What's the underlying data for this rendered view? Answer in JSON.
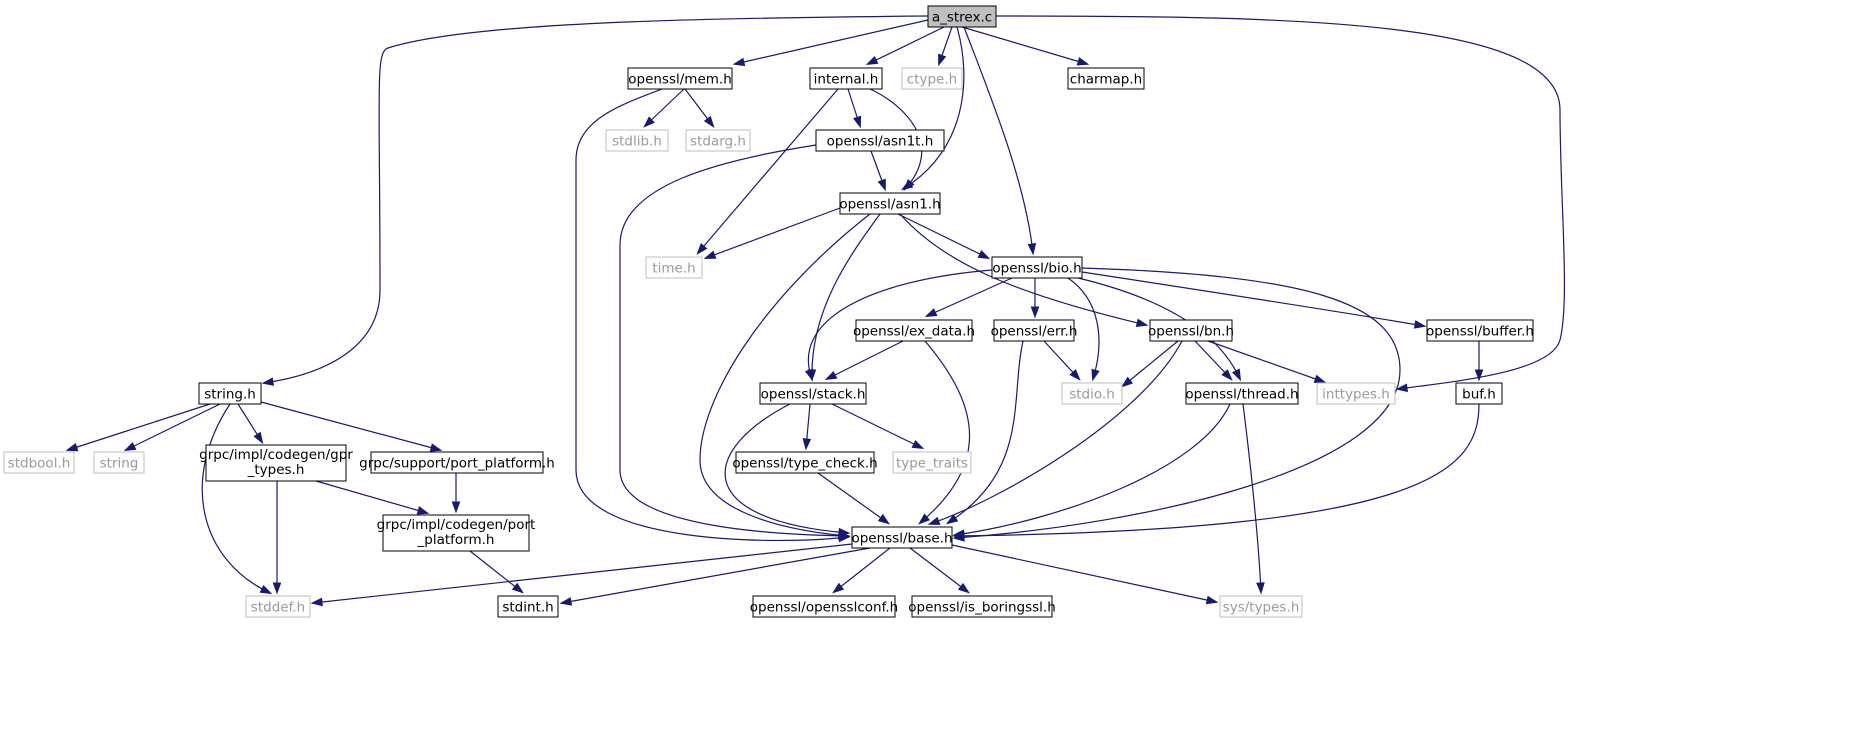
{
  "graph": {
    "colors": {
      "edge": "#191970",
      "node_border": "#000000",
      "external_border": "#bfbfbf",
      "external_text": "#9a9a9a",
      "root_fill": "#bfbfbf",
      "fill": "#ffffff"
    },
    "nodes": [
      {
        "id": "a_strex_c",
        "label": "a_strex.c",
        "kind": "root"
      },
      {
        "id": "openssl_mem_h",
        "label": "openssl/mem.h",
        "kind": "documented"
      },
      {
        "id": "internal_h",
        "label": "internal.h",
        "kind": "documented"
      },
      {
        "id": "ctype_h",
        "label": "ctype.h",
        "kind": "external"
      },
      {
        "id": "charmap_h",
        "label": "charmap.h",
        "kind": "documented"
      },
      {
        "id": "stdlib_h",
        "label": "stdlib.h",
        "kind": "external"
      },
      {
        "id": "stdarg_h",
        "label": "stdarg.h",
        "kind": "external"
      },
      {
        "id": "openssl_asn1t_h",
        "label": "openssl/asn1t.h",
        "kind": "documented"
      },
      {
        "id": "openssl_asn1_h",
        "label": "openssl/asn1.h",
        "kind": "documented"
      },
      {
        "id": "time_h",
        "label": "time.h",
        "kind": "external"
      },
      {
        "id": "openssl_bio_h",
        "label": "openssl/bio.h",
        "kind": "documented"
      },
      {
        "id": "openssl_ex_data_h",
        "label": "openssl/ex_data.h",
        "kind": "documented"
      },
      {
        "id": "openssl_err_h",
        "label": "openssl/err.h",
        "kind": "documented"
      },
      {
        "id": "openssl_bn_h",
        "label": "openssl/bn.h",
        "kind": "documented"
      },
      {
        "id": "openssl_buffer_h",
        "label": "openssl/buffer.h",
        "kind": "documented"
      },
      {
        "id": "string_h",
        "label": "string.h",
        "kind": "documented"
      },
      {
        "id": "openssl_stack_h",
        "label": "openssl/stack.h",
        "kind": "documented"
      },
      {
        "id": "stdio_h",
        "label": "stdio.h",
        "kind": "external"
      },
      {
        "id": "openssl_thread_h",
        "label": "openssl/thread.h",
        "kind": "documented"
      },
      {
        "id": "inttypes_h",
        "label": "inttypes.h",
        "kind": "external"
      },
      {
        "id": "buf_h",
        "label": "buf.h",
        "kind": "documented"
      },
      {
        "id": "stdbool_h",
        "label": "stdbool.h",
        "kind": "external"
      },
      {
        "id": "string",
        "label": "string",
        "kind": "external"
      },
      {
        "id": "grpc_gpr_types_h",
        "lines": [
          "grpc/impl/codegen/gpr",
          "_types.h"
        ],
        "kind": "documented"
      },
      {
        "id": "grpc_support_port_platform_h",
        "label": "grpc/support/port_platform.h",
        "kind": "documented"
      },
      {
        "id": "openssl_type_check_h",
        "label": "openssl/type_check.h",
        "kind": "documented"
      },
      {
        "id": "type_traits",
        "label": "type_traits",
        "kind": "external"
      },
      {
        "id": "grpc_codegen_port_platform_h",
        "lines": [
          "grpc/impl/codegen/port",
          "_platform.h"
        ],
        "kind": "documented"
      },
      {
        "id": "openssl_base_h",
        "label": "openssl/base.h",
        "kind": "documented"
      },
      {
        "id": "stddef_h",
        "label": "stddef.h",
        "kind": "external"
      },
      {
        "id": "stdint_h",
        "label": "stdint.h",
        "kind": "documented"
      },
      {
        "id": "openssl_opensslconf_h",
        "label": "openssl/opensslconf.h",
        "kind": "documented"
      },
      {
        "id": "openssl_is_boringssl_h",
        "label": "openssl/is_boringssl.h",
        "kind": "documented"
      },
      {
        "id": "sys_types_h",
        "label": "sys/types.h",
        "kind": "external"
      }
    ],
    "edges": [
      [
        "a_strex_c",
        "openssl_mem_h"
      ],
      [
        "a_strex_c",
        "internal_h"
      ],
      [
        "a_strex_c",
        "ctype_h"
      ],
      [
        "a_strex_c",
        "charmap_h"
      ],
      [
        "a_strex_c",
        "openssl_asn1_h"
      ],
      [
        "a_strex_c",
        "openssl_bio_h"
      ],
      [
        "a_strex_c",
        "string_h"
      ],
      [
        "a_strex_c",
        "inttypes_h"
      ],
      [
        "openssl_mem_h",
        "stdlib_h"
      ],
      [
        "openssl_mem_h",
        "stdarg_h"
      ],
      [
        "openssl_mem_h",
        "openssl_base_h"
      ],
      [
        "internal_h",
        "openssl_asn1t_h"
      ],
      [
        "internal_h",
        "openssl_asn1_h"
      ],
      [
        "internal_h",
        "time_h"
      ],
      [
        "openssl_asn1t_h",
        "openssl_asn1_h"
      ],
      [
        "openssl_asn1t_h",
        "openssl_base_h"
      ],
      [
        "openssl_asn1_h",
        "time_h"
      ],
      [
        "openssl_asn1_h",
        "openssl_bio_h"
      ],
      [
        "openssl_asn1_h",
        "openssl_bn_h"
      ],
      [
        "openssl_asn1_h",
        "openssl_stack_h"
      ],
      [
        "openssl_asn1_h",
        "openssl_base_h"
      ],
      [
        "openssl_bio_h",
        "openssl_ex_data_h"
      ],
      [
        "openssl_bio_h",
        "openssl_err_h"
      ],
      [
        "openssl_bio_h",
        "openssl_buffer_h"
      ],
      [
        "openssl_bio_h",
        "openssl_stack_h"
      ],
      [
        "openssl_bio_h",
        "stdio_h"
      ],
      [
        "openssl_bio_h",
        "openssl_thread_h"
      ],
      [
        "openssl_bio_h",
        "openssl_base_h"
      ],
      [
        "openssl_ex_data_h",
        "openssl_stack_h"
      ],
      [
        "openssl_ex_data_h",
        "openssl_base_h"
      ],
      [
        "openssl_err_h",
        "stdio_h"
      ],
      [
        "openssl_err_h",
        "openssl_base_h"
      ],
      [
        "openssl_bn_h",
        "stdio_h"
      ],
      [
        "openssl_bn_h",
        "openssl_thread_h"
      ],
      [
        "openssl_bn_h",
        "inttypes_h"
      ],
      [
        "openssl_bn_h",
        "openssl_base_h"
      ],
      [
        "openssl_buffer_h",
        "buf_h"
      ],
      [
        "buf_h",
        "openssl_base_h"
      ],
      [
        "openssl_stack_h",
        "openssl_type_check_h"
      ],
      [
        "openssl_stack_h",
        "type_traits"
      ],
      [
        "openssl_stack_h",
        "openssl_base_h"
      ],
      [
        "openssl_type_check_h",
        "openssl_base_h"
      ],
      [
        "openssl_thread_h",
        "sys_types_h"
      ],
      [
        "openssl_thread_h",
        "openssl_base_h"
      ],
      [
        "string_h",
        "stdbool_h"
      ],
      [
        "string_h",
        "string"
      ],
      [
        "string_h",
        "grpc_gpr_types_h"
      ],
      [
        "string_h",
        "grpc_support_port_platform_h"
      ],
      [
        "string_h",
        "stddef_h"
      ],
      [
        "grpc_gpr_types_h",
        "grpc_codegen_port_platform_h"
      ],
      [
        "grpc_gpr_types_h",
        "stddef_h"
      ],
      [
        "grpc_support_port_platform_h",
        "grpc_codegen_port_platform_h"
      ],
      [
        "grpc_codegen_port_platform_h",
        "stdint_h"
      ],
      [
        "openssl_base_h",
        "stddef_h"
      ],
      [
        "openssl_base_h",
        "stdint_h"
      ],
      [
        "openssl_base_h",
        "openssl_opensslconf_h"
      ],
      [
        "openssl_base_h",
        "openssl_is_boringssl_h"
      ],
      [
        "openssl_base_h",
        "sys_types_h"
      ]
    ]
  }
}
